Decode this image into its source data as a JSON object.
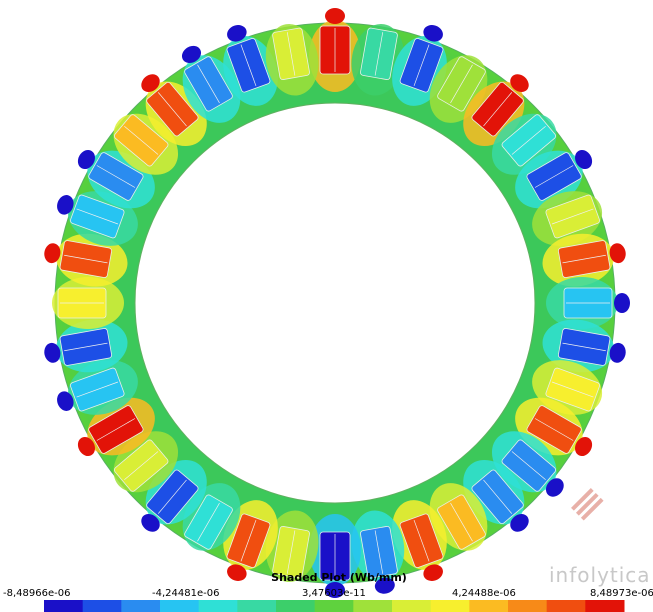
{
  "chart_data": {
    "type": "heatmap",
    "title": "Shaded Plot (Wb/mm)",
    "colorbar": {
      "min": -8.48966e-06,
      "max": 8.48973e-06,
      "tick_labels": [
        "-8,48966e-06",
        "-4,24481e-06",
        "3,47603e-11",
        "4,24488e-06",
        "8,48973e-06"
      ],
      "colors": [
        "#1a10c8",
        "#1d4fe6",
        "#2a8cf0",
        "#27c4f2",
        "#2fe0d6",
        "#38d9a3",
        "#3ccf6a",
        "#5fd23e",
        "#9fe13a",
        "#d9ee36",
        "#f7ef2e",
        "#fbbb22",
        "#f78a18",
        "#f04e10",
        "#e21308"
      ]
    },
    "rotor": {
      "description_source": "shaded contour ring of a 36-slot stator",
      "slot_count": 36,
      "slot_values": [
        1.0,
        -0.35,
        -0.9,
        0.2,
        0.95,
        -0.5,
        -0.85,
        0.35,
        0.9,
        -0.6,
        -0.8,
        0.45,
        0.85,
        -0.65,
        -0.75,
        0.5,
        0.8,
        -0.7,
        -1.0,
        0.3,
        0.9,
        -0.45,
        -0.85,
        0.25,
        0.95,
        -0.55,
        -0.8,
        0.4,
        0.85,
        -0.6,
        -0.75,
        0.5,
        0.8,
        -0.7,
        -0.9,
        0.3
      ]
    }
  },
  "brand": {
    "name": "infolytica"
  },
  "colors": {
    "background": "#ffffff",
    "ring_base": "#3cc85a"
  }
}
